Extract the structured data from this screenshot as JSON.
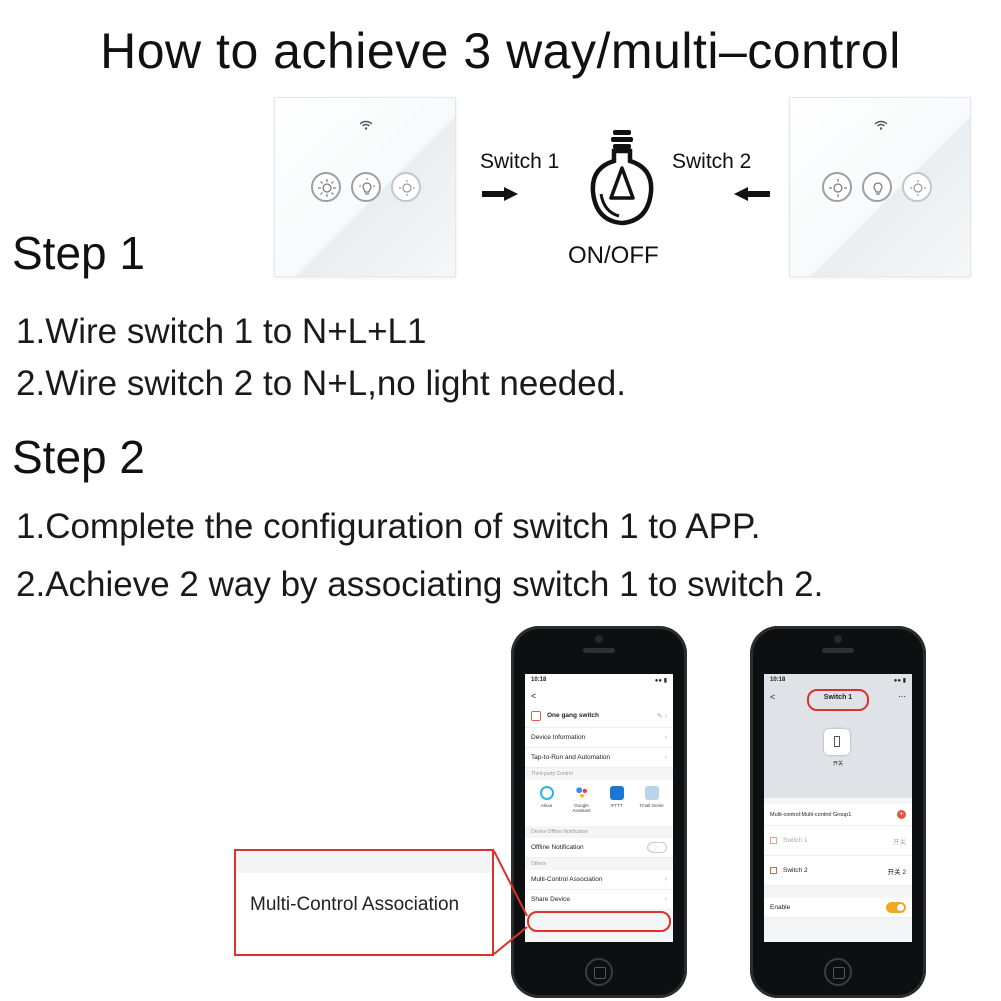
{
  "title": "How to achieve 3 way/multi–control",
  "diagram": {
    "switch1_label": "Switch 1",
    "switch2_label": "Switch 2",
    "bulb_label": "ON/OFF"
  },
  "step1": {
    "heading": "Step 1",
    "lines": [
      "1.Wire switch 1 to N+L+L1",
      "2.Wire switch 2 to N+L,no light needed."
    ]
  },
  "step2": {
    "heading": "Step 2",
    "lines": [
      "1.Complete the configuration of switch 1 to APP.",
      "2.Achieve 2 way by associating switch 1 to switch 2."
    ]
  },
  "callout_label": "Multi-Control Association",
  "phone1": {
    "time": "10:18",
    "back": "<",
    "device_name": "One gang switch",
    "rows": [
      "Device Information",
      "Tap-to-Run and Automation"
    ],
    "section_third_party": "Third-party Control",
    "third_party": [
      "Alexa",
      "Google Assistant",
      "IFTTT",
      "Tmall Genie"
    ],
    "section_offline": "Device Offline Notification",
    "offline_row": "Offline Notification",
    "section_others": "Others",
    "multi_row": "Multi-Control Association",
    "share_row": "Share Device"
  },
  "phone2": {
    "time": "10:18",
    "title": "Switch 1",
    "device_caption": "开关",
    "group_label": "Multi-control:Multi-control Group1",
    "items": [
      {
        "name": "Switch 1",
        "value": "开关"
      },
      {
        "name": "Switch 2",
        "value": "开关 2"
      }
    ],
    "enable_label": "Enable"
  },
  "colors": {
    "accent_red": "#d9332b",
    "toggle_on": "#f5a623"
  }
}
